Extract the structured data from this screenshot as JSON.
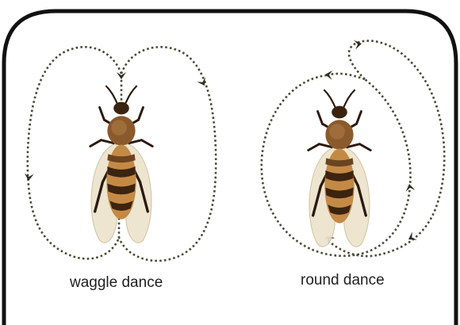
{
  "diagram": {
    "panels": [
      {
        "id": "waggle",
        "label": "waggle dance"
      },
      {
        "id": "round",
        "label": "round dance"
      }
    ],
    "colors": {
      "frame": "#111111",
      "path": "#4a4a38",
      "background": "#ffffff",
      "caption": "#1f1f1f"
    }
  }
}
